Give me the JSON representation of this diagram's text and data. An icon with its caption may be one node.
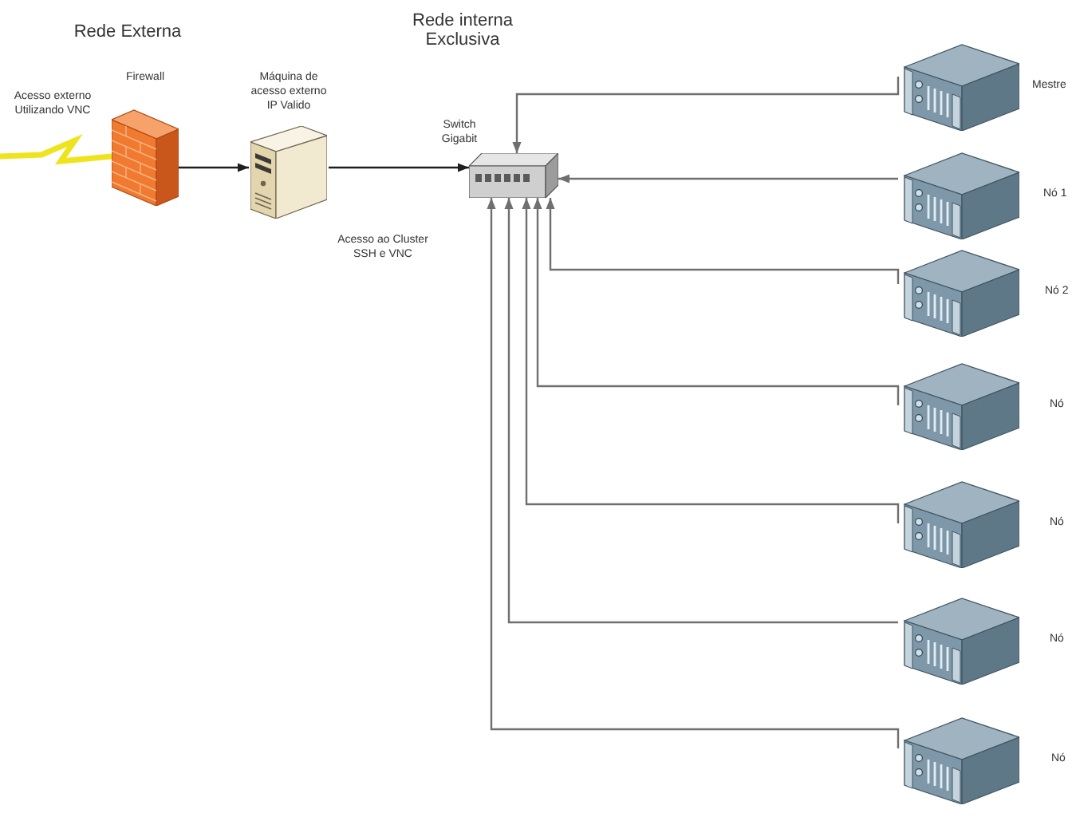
{
  "diagram": {
    "nodes": [
      {
        "text": [
          "Firewall"
        ]
      },
      {
        "text": [
          "Máquina de acesso externo IP Valido"
        ]
      },
      {
        "text": [
          "Switch Gigabit"
        ]
      },
      {
        "text": [
          "Mestre"
        ]
      },
      {
        "text": [
          "Nó 1"
        ]
      },
      {
        "text": [
          "Nó 2"
        ]
      },
      {
        "text": [
          "Nó"
        ]
      },
      {
        "text": [
          "Nó"
        ]
      },
      {
        "text": [
          "Nó"
        ]
      },
      {
        "text": [
          "Nó"
        ]
      }
    ],
    "edges": [
      {
        "from": null,
        "to": 0,
        "arrow": "none",
        "style": "thick",
        "color": "#efe31d"
      },
      {
        "from": 0,
        "to": 1,
        "arrow": "to",
        "color": "#1f1f1f"
      },
      {
        "from": 1,
        "to": 2,
        "arrow": "to",
        "color": "#1f1f1f"
      },
      {
        "from": 3,
        "to": 2,
        "arrow": "to"
      },
      {
        "from": 4,
        "to": 2,
        "arrow": "to"
      },
      {
        "from": 5,
        "to": 2,
        "arrow": "to"
      },
      {
        "from": 6,
        "to": 2,
        "arrow": "to"
      },
      {
        "from": 7,
        "to": 2,
        "arrow": "to"
      },
      {
        "from": 8,
        "to": 2,
        "arrow": "to"
      },
      {
        "from": 9,
        "to": 2,
        "arrow": "to"
      }
    ],
    "labels": [
      "Rede Externa",
      "Rede interna Exclusiva",
      "Acesso externo Utilizando VNC",
      "Acesso ao Cluster SSH e VNC"
    ]
  }
}
